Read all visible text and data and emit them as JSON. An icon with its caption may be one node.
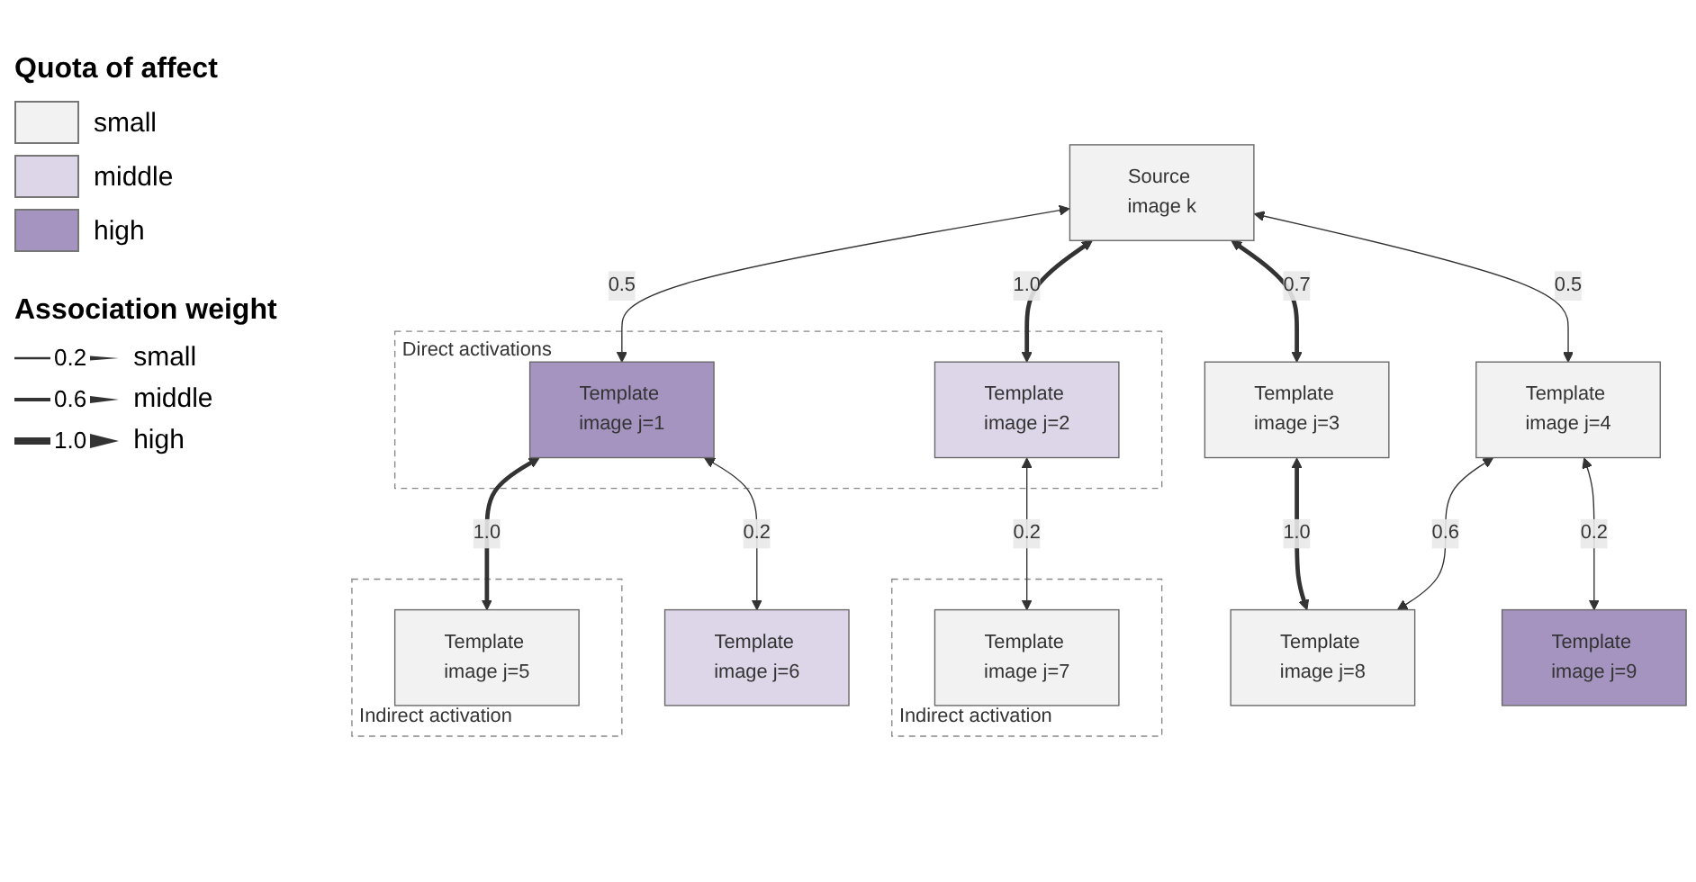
{
  "diagram": {
    "nodes": [
      {
        "text": [
          "Source image k"
        ]
      },
      {
        "text": [
          "Direct activations"
        ]
      },
      {
        "text": [
          "Template image j=1"
        ],
        "in": 1
      },
      {
        "text": [
          "Template image j=2"
        ],
        "in": 1
      },
      {
        "text": [
          "Template image j=3"
        ]
      },
      {
        "text": [
          "Template image j=4"
        ]
      },
      {
        "text": [
          "Indirect activation"
        ]
      },
      {
        "text": [
          "Template image j=5"
        ],
        "in": 6
      },
      {
        "text": [
          "Template image j=6"
        ]
      },
      {
        "text": [
          "Indirect activation"
        ]
      },
      {
        "text": [
          "Template image j=7"
        ],
        "in": 9
      },
      {
        "text": [
          "Template image j=8"
        ]
      },
      {
        "text": [
          "Template image j=9"
        ]
      }
    ],
    "edges": [
      {
        "from": 0,
        "to": 2,
        "arrow": "both",
        "label": "0.5"
      },
      {
        "from": 0,
        "to": 3,
        "arrow": "both",
        "label": "1.0",
        "style": "thick"
      },
      {
        "from": 0,
        "to": 4,
        "arrow": "both",
        "label": "0.7",
        "style": "thick"
      },
      {
        "from": 0,
        "to": 5,
        "arrow": "both",
        "label": "0.5"
      },
      {
        "from": 2,
        "to": 7,
        "arrow": "both",
        "label": "1.0",
        "style": "thick"
      },
      {
        "from": 2,
        "to": 8,
        "arrow": "both",
        "label": "0.2"
      },
      {
        "from": 3,
        "to": 10,
        "arrow": "both",
        "label": "0.2"
      },
      {
        "from": 4,
        "to": 11,
        "arrow": "both",
        "label": "1.0",
        "style": "thick"
      },
      {
        "from": 5,
        "to": 11,
        "arrow": "both",
        "label": "0.6"
      },
      {
        "from": 5,
        "to": 12,
        "arrow": "both",
        "label": "0.2"
      }
    ],
    "labels": [
      "Quota of affect",
      "Association weight",
      "0.2",
      "0.6",
      "1.0"
    ],
    "legend": [
      {
        "text": "small",
        "color": "#f2f2f2"
      },
      {
        "text": "middle",
        "color": "#ddd5e8"
      },
      {
        "text": "high",
        "color": "#a594c0"
      },
      {
        "text": "small"
      },
      {
        "text": "middle"
      },
      {
        "text": "high"
      }
    ]
  }
}
